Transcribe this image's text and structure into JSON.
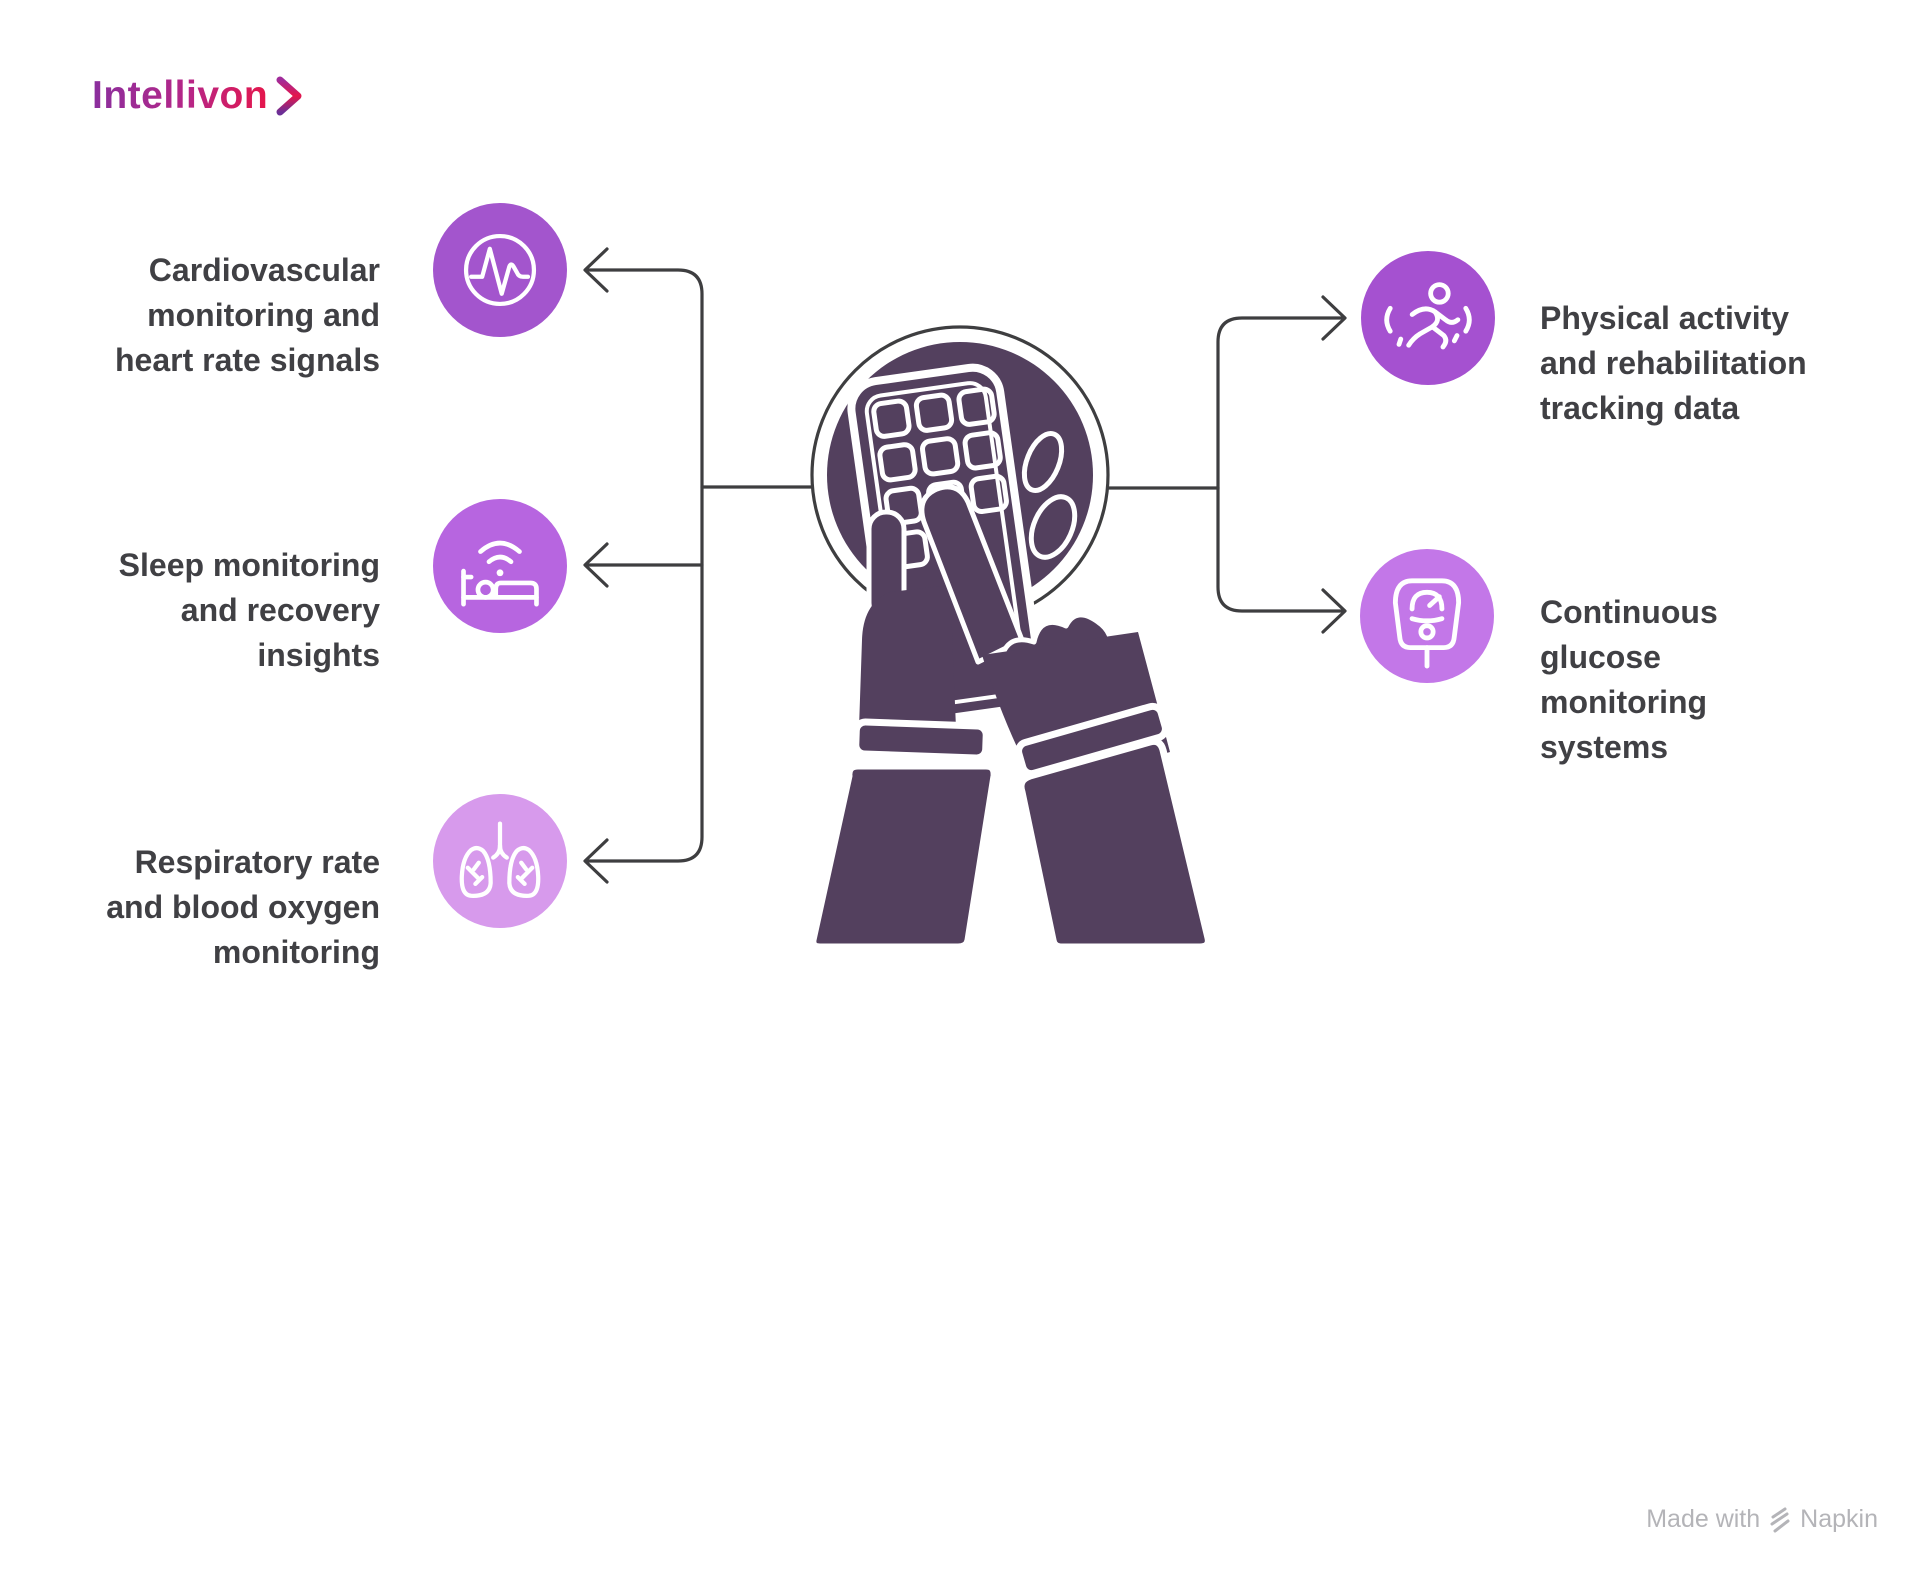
{
  "brand": {
    "name": "Intellivon"
  },
  "center": {
    "illustration": "hands-using-smartphone"
  },
  "nodes": [
    {
      "id": "cardio",
      "label": "Cardiovascular\nmonitoring and\nheart rate signals",
      "icon": "heart-rate-waveform-icon",
      "circle_color": "#a355cd",
      "side": "left"
    },
    {
      "id": "sleep",
      "label": "Sleep monitoring\nand recovery\ninsights",
      "icon": "sleep-bed-icon",
      "circle_color": "#b765e0",
      "side": "left"
    },
    {
      "id": "resp",
      "label": "Respiratory rate\nand blood oxygen\nmonitoring",
      "icon": "lungs-icon",
      "circle_color": "#d79aec",
      "side": "left"
    },
    {
      "id": "activity",
      "label": "Physical activity\nand rehabilitation\ntracking data",
      "icon": "running-person-icon",
      "circle_color": "#a551d0",
      "side": "right"
    },
    {
      "id": "glucose",
      "label": "Continuous\nglucose\nmonitoring\nsystems",
      "icon": "glucose-meter-icon",
      "circle_color": "#c377e8",
      "side": "right"
    }
  ],
  "footer": {
    "made_with": "Made with",
    "brand": "Napkin"
  },
  "colors": {
    "label_text": "#404044",
    "connector": "#3e3e40",
    "silhouette": "#53405e",
    "logo_gradient_start": "#8a2f9e",
    "logo_gradient_end": "#e5164b",
    "watermark": "#b4b4b8"
  }
}
